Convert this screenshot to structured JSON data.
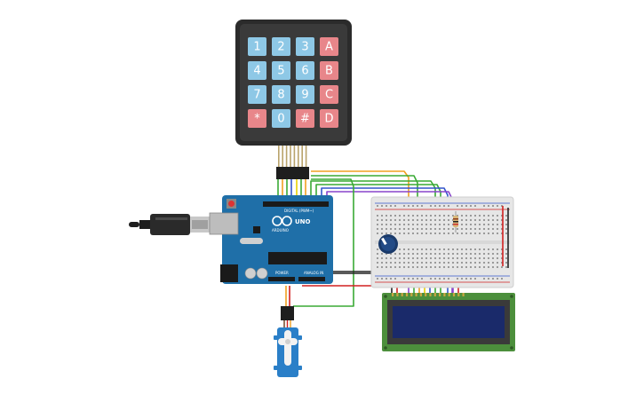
{
  "keypad": {
    "keys": [
      {
        "label": "1",
        "kind": "num"
      },
      {
        "label": "2",
        "kind": "num"
      },
      {
        "label": "3",
        "kind": "num"
      },
      {
        "label": "A",
        "kind": "letter"
      },
      {
        "label": "4",
        "kind": "num"
      },
      {
        "label": "5",
        "kind": "num"
      },
      {
        "label": "6",
        "kind": "num"
      },
      {
        "label": "B",
        "kind": "letter"
      },
      {
        "label": "7",
        "kind": "num"
      },
      {
        "label": "8",
        "kind": "num"
      },
      {
        "label": "9",
        "kind": "num"
      },
      {
        "label": "C",
        "kind": "letter"
      },
      {
        "label": "*",
        "kind": "letter"
      },
      {
        "label": "0",
        "kind": "num"
      },
      {
        "label": "#",
        "kind": "letter"
      },
      {
        "label": "D",
        "kind": "letter"
      }
    ]
  },
  "arduino": {
    "brand": "ARDUINO",
    "model": "UNO",
    "digital_label": "DIGITAL (PWM~)",
    "power_label": "POWER",
    "analog_label": "ANALOG IN"
  },
  "colors": {
    "num_key": "#8ec8e6",
    "letter_key": "#e8868a",
    "board": "#1f6fa8",
    "lcd_screen": "#1a2a6a",
    "lcd_pcb": "#4c8f3c",
    "breadboard": "#e6e6e6",
    "servo": "#2a7fc8",
    "wire_orange": "#f0a020",
    "wire_green": "#3aaa35",
    "wire_blue": "#3355cc",
    "wire_purple": "#8844cc",
    "wire_red": "#d22020",
    "wire_black": "#222222",
    "wire_yellow": "#e8d000"
  }
}
